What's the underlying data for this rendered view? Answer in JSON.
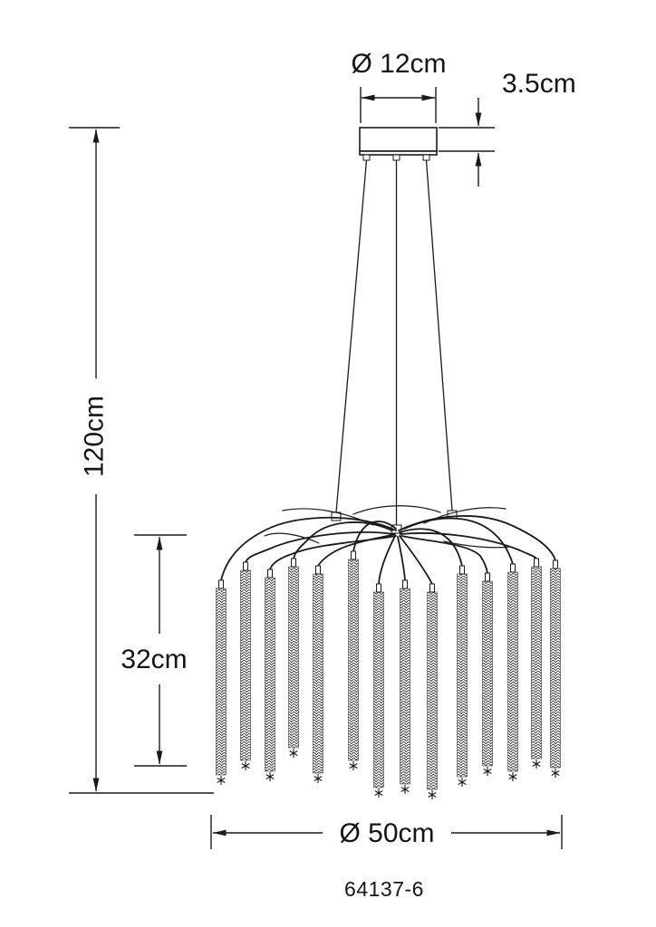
{
  "diagram": {
    "type": "technical-dimension-drawing",
    "subject": "crystal branch pendant chandelier",
    "product_model": "64137-6",
    "dimensions": {
      "canopy_diameter_label": "Ø 12cm",
      "canopy_height_label": "3.5cm",
      "overall_drop_label": "120cm",
      "crystal_strand_label": "32cm",
      "body_diameter_label": "Ø 50cm"
    },
    "colors": {
      "line": "#1a1a1a",
      "background": "#ffffff"
    }
  }
}
